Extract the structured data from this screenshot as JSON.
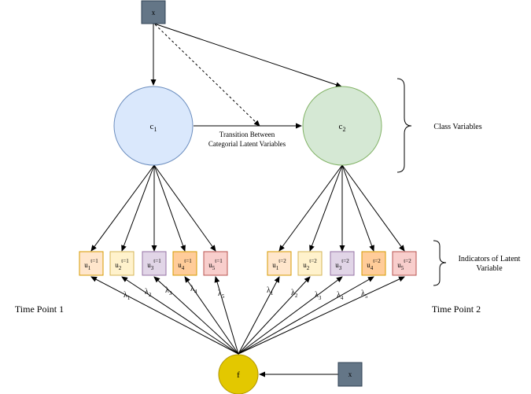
{
  "nodes": {
    "x_top": "x",
    "x_bottom": "x",
    "c1": "c",
    "c1_sub": "1",
    "c2": "c",
    "c2_sub": "2",
    "f": "f"
  },
  "transition_label": [
    "Transition Between",
    "Categorial Latent Variables"
  ],
  "class_variables_label": "Class Variables",
  "indicators_label": [
    "Indicators of Latent",
    "Variable"
  ],
  "time_point_1": "Time Point 1",
  "time_point_2": "Time Point 2",
  "indicators_t1": [
    {
      "base": "u",
      "sub": "1",
      "sup": "t=1",
      "fill": "#ffe6cc",
      "stroke": "#d79b00"
    },
    {
      "base": "u",
      "sub": "2",
      "sup": "t=1",
      "fill": "#fff2cc",
      "stroke": "#d6b656"
    },
    {
      "base": "u",
      "sub": "3",
      "sup": "t=1",
      "fill": "#e1d5e7",
      "stroke": "#9673a6"
    },
    {
      "base": "u",
      "sub": "4",
      "sup": "t=1",
      "fill": "#ffcc99",
      "stroke": "#d79b00"
    },
    {
      "base": "u",
      "sub": "5",
      "sup": "t=1",
      "fill": "#f8cecc",
      "stroke": "#b85450"
    }
  ],
  "indicators_t2": [
    {
      "base": "u",
      "sub": "1",
      "sup": "t=2",
      "fill": "#ffe6cc",
      "stroke": "#d79b00"
    },
    {
      "base": "u",
      "sub": "2",
      "sup": "t=2",
      "fill": "#fff2cc",
      "stroke": "#d6b656"
    },
    {
      "base": "u",
      "sub": "3",
      "sup": "t=2",
      "fill": "#e1d5e7",
      "stroke": "#9673a6"
    },
    {
      "base": "u",
      "sub": "4",
      "sup": "t=2",
      "fill": "#ffcc99",
      "stroke": "#d79b00"
    },
    {
      "base": "u",
      "sub": "5",
      "sup": "t=2",
      "fill": "#f8cecc",
      "stroke": "#b85450"
    }
  ],
  "lambdas_t1": [
    {
      "base": "λ",
      "sub": "1"
    },
    {
      "base": "λ",
      "sub": "2"
    },
    {
      "base": "λ",
      "sub": "3"
    },
    {
      "base": "λ",
      "sub": "4"
    },
    {
      "base": "λ",
      "sub": "5"
    }
  ],
  "lambdas_t2": [
    {
      "base": "λ",
      "sub": "1"
    },
    {
      "base": "λ",
      "sub": "2"
    },
    {
      "base": "λ",
      "sub": "3"
    },
    {
      "base": "λ",
      "sub": "4"
    },
    {
      "base": "λ",
      "sub": "5"
    }
  ],
  "colors": {
    "x_fill": "#647687",
    "x_stroke": "#314354",
    "c1_fill": "#dae8fc",
    "c1_stroke": "#6c8ebf",
    "c2_fill": "#d5e8d4",
    "c2_stroke": "#82b366",
    "f_fill": "#e3c800",
    "f_stroke": "#b09500"
  }
}
